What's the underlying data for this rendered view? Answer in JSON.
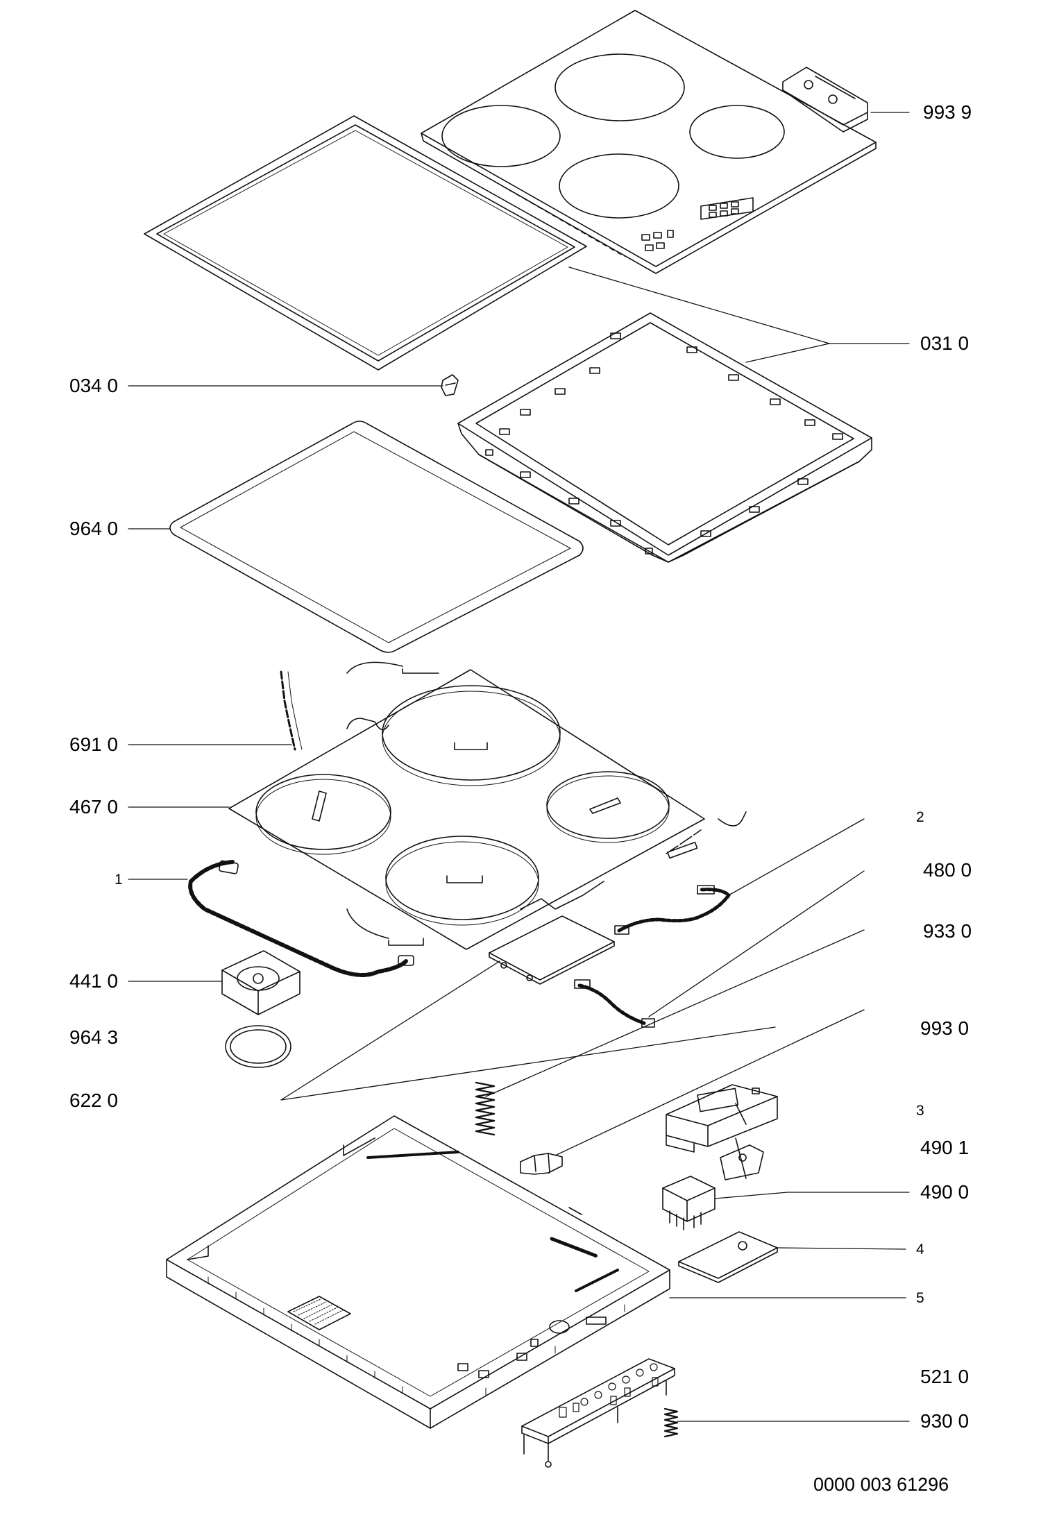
{
  "labels": {
    "p9939": "993 9",
    "p0310": "031 0",
    "p0340": "034 0",
    "p9640": "964 0",
    "p6910": "691 0",
    "p4670": "467 0",
    "c1": "1",
    "c2": "2",
    "p4800": "480 0",
    "p9330": "933 0",
    "p4410": "441 0",
    "p9643": "964 3",
    "p9930": "993 0",
    "p6220": "622 0",
    "c3": "3",
    "p4901": "490 1",
    "p4900": "490 0",
    "c4": "4",
    "c5": "5",
    "p5210": "521 0",
    "p9300": "930 0"
  },
  "drawing_number": "0000 003 61296",
  "colors": {
    "line": "#111111",
    "paper": "#ffffff"
  }
}
